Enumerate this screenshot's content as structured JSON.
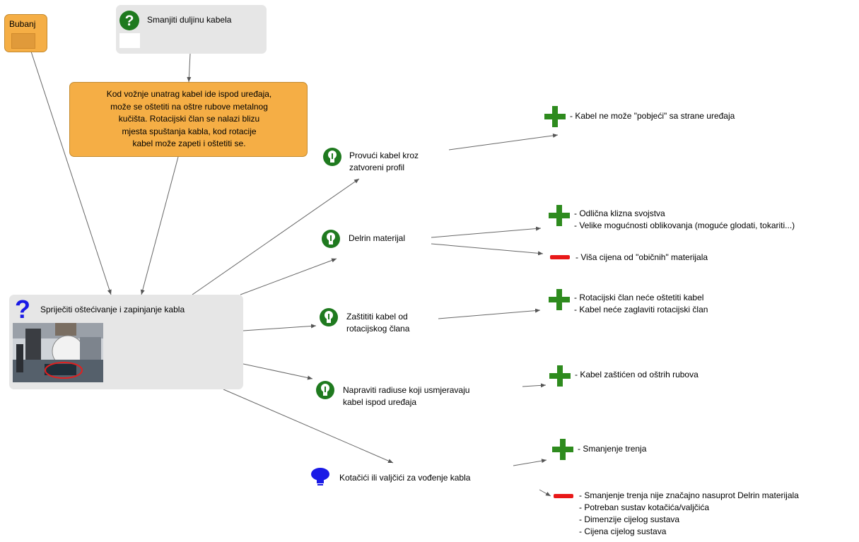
{
  "nodes": {
    "bubanj": {
      "label": "Bubanj"
    },
    "smanjiti": {
      "label": "Smanjiti duljinu kabela"
    },
    "note": {
      "lines": [
        "Kod vožnje unatrag kabel ide ispod uređaja,",
        "može se oštetiti na oštre rubove metalnog",
        "kučišta. Rotacijski član se nalazi blizu",
        "mjesta spuštanja kabla, kod rotacije",
        "kabel može zapeti i oštetiti se."
      ]
    },
    "main": {
      "label": "Spriječiti oštećivanje i zapinjanje kabla"
    },
    "ideas": [
      {
        "lines": [
          "Provući kabel kroz",
          "zatvoreni profil"
        ]
      },
      {
        "lines": [
          "Delrin materijal"
        ]
      },
      {
        "lines": [
          "Zaštititi kabel od",
          "rotacijskog člana"
        ]
      },
      {
        "lines": [
          "Napraviti radiuse koji usmjeravaju",
          "kabel ispod uređaja"
        ]
      },
      {
        "lines": [
          "Kotačići ili valjčići za vođenje kabla"
        ]
      }
    ],
    "pros": [
      {
        "lines": [
          "- Kabel ne može \"pobjeći\" sa strane uređaja"
        ]
      },
      {
        "lines": [
          "- Odlična klizna svojstva",
          "- Velike mogućnosti oblikovanja (moguće glodati, tokariti...)"
        ]
      },
      {
        "lines": [
          "- Rotacijski član neće oštetiti kabel",
          "- Kabel neće zaglaviti rotacijski član"
        ]
      },
      {
        "lines": [
          "- Kabel zaštićen od oštrih rubova"
        ]
      },
      {
        "lines": [
          "- Smanjenje trenja"
        ]
      }
    ],
    "cons": [
      {
        "lines": [
          "- Viša cijena od \"običnih\" materijala"
        ]
      },
      {
        "lines": [
          "- Smanjenje trenja nije značajno nasuprot Delrin materijala",
          "- Potreban sustav kotačića/valjčića",
          "- Dimenzije cijelog sustava",
          "- Cijena cijelog sustava"
        ]
      }
    ]
  },
  "colors": {
    "note_fill": "#f5ae45",
    "gray_fill": "#e6e6e6",
    "idea_green": "#1f7a1f",
    "idea_blue": "#1a1ae6",
    "pro_green": "#2e8b1e",
    "con_red": "#e81818",
    "question_blue": "#1a1ae6"
  },
  "icons": {
    "question": "question-icon",
    "idea": "lightbulb-icon",
    "pro": "plus-icon",
    "con": "minus-icon"
  }
}
